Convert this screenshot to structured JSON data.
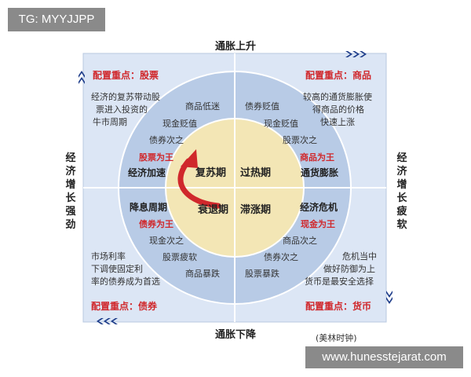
{
  "tag": "TG: MYYJJPP",
  "watermark": "www.hunesstejarat.com",
  "source": "(美林时钟)",
  "axes": {
    "top": "通胀上升",
    "bottom": "通胀下降",
    "left": "经济增长强劲",
    "right": "经济增长疲软"
  },
  "quadrants": {
    "top_left": {
      "focus": "配置重点：股票",
      "desc": [
        "经济的复苏带动股",
        "票进入投资的",
        "牛市周期"
      ],
      "ring": [
        "商品低迷",
        "现金贬值",
        "债券次之"
      ],
      "king": "股票为王",
      "feature": "经济加速",
      "phase": "复苏期"
    },
    "top_right": {
      "focus": "配置重点：商品",
      "desc": [
        "较高的通货膨胀使",
        "得商品的价格",
        "快速上涨"
      ],
      "ring": [
        "债券贬值",
        "现金贬值",
        "股票次之"
      ],
      "king": "商品为王",
      "feature": "通货膨胀",
      "phase": "过热期"
    },
    "bottom_left": {
      "focus": "配置重点：债券",
      "desc": [
        "市场利率",
        "下调使固定利",
        "率的债券成为首选"
      ],
      "ring": [
        "现金次之",
        "股票疲软",
        "商品暴跌"
      ],
      "king": "债券为王",
      "feature": "降息周期",
      "phase": "衰退期"
    },
    "bottom_right": {
      "focus": "配置重点：货币",
      "desc": [
        "危机当中",
        "做好防御为上",
        "货币是最安全选择"
      ],
      "ring": [
        "商品次之",
        "债券次之",
        "股票暴跌"
      ],
      "king": "现金为王",
      "feature": "经济危机",
      "phase": "滞涨期"
    }
  },
  "colors": {
    "outer_bg": "#dce6f5",
    "circle_bg": "#b8cbe6",
    "inner_bg": "#f3e6b5",
    "accent_red": "#d0282c",
    "arrow_blue": "#1e3d8a"
  }
}
